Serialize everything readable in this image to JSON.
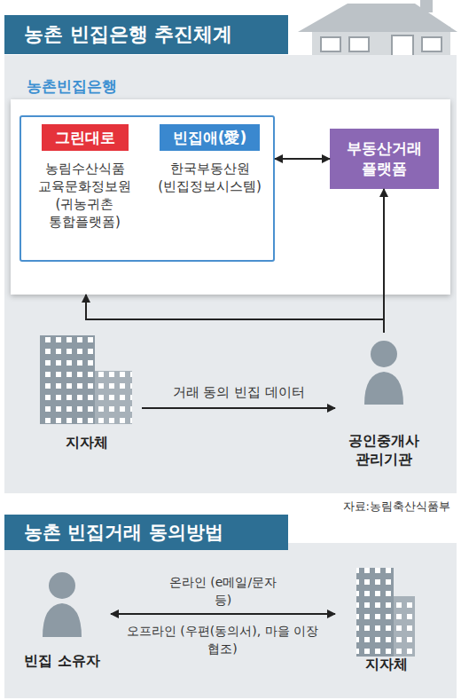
{
  "diagram": {
    "title": "농촌 빈집은행 추진체계",
    "caption": "자료:농림축산식품부",
    "nodes": [
      {
        "text": [
          "농촌빈집은행"
        ]
      },
      {
        "text": [
          "그린대로",
          "농림수산식품 교육문화정보원 (귀농귀촌 통합플랫폼)"
        ],
        "in": 0
      },
      {
        "text": [
          "빈집애(愛)",
          "한국부동산원 (빈집정보시스템)"
        ],
        "in": 0
      },
      {
        "text": [
          "부동산거래 플랫폼"
        ],
        "in": 0
      },
      {
        "text": [
          "지자체"
        ]
      },
      {
        "text": [
          "공인중개사 관리기관"
        ]
      },
      {
        "text": [
          "농촌 빈집거래 동의방법"
        ]
      },
      {
        "text": [
          "빈집 소유자"
        ],
        "in": 6
      },
      {
        "text": [
          "지자체"
        ],
        "in": 6
      }
    ],
    "edges": [
      {
        "from": 2,
        "to": 3,
        "arrow": "both"
      },
      {
        "from": 5,
        "to": 0,
        "arrow": "to"
      },
      {
        "from": 5,
        "to": 3,
        "arrow": "to"
      },
      {
        "from": 4,
        "to": 5,
        "label": "거래 동의 빈집 데이터",
        "arrow": "to"
      },
      {
        "from": 7,
        "to": 8,
        "label": "온라인 (e메일/문자 등)",
        "arrow": "both"
      }
    ],
    "labels": [
      "오프라인 (우편(동의서), 마을 이장 협조)"
    ]
  }
}
